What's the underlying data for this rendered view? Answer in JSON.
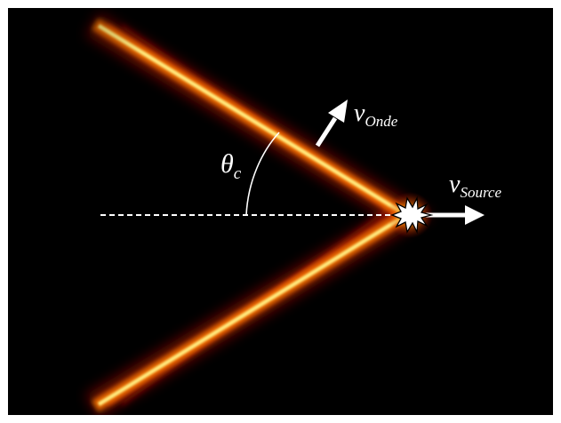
{
  "diagram": {
    "labels": {
      "angle_symbol": "θ",
      "angle_subscript": "c",
      "wave_velocity_symbol": "v",
      "wave_velocity_subscript": "Onde",
      "source_velocity_symbol": "v",
      "source_velocity_subscript": "Source"
    },
    "colors": {
      "background": "#000000",
      "frame": "#ffffff",
      "wavefront_core": "#fff59a",
      "wavefront_mid": "#ff8a00",
      "wavefront_outer": "#c01000",
      "annotation": "#ffffff"
    }
  }
}
